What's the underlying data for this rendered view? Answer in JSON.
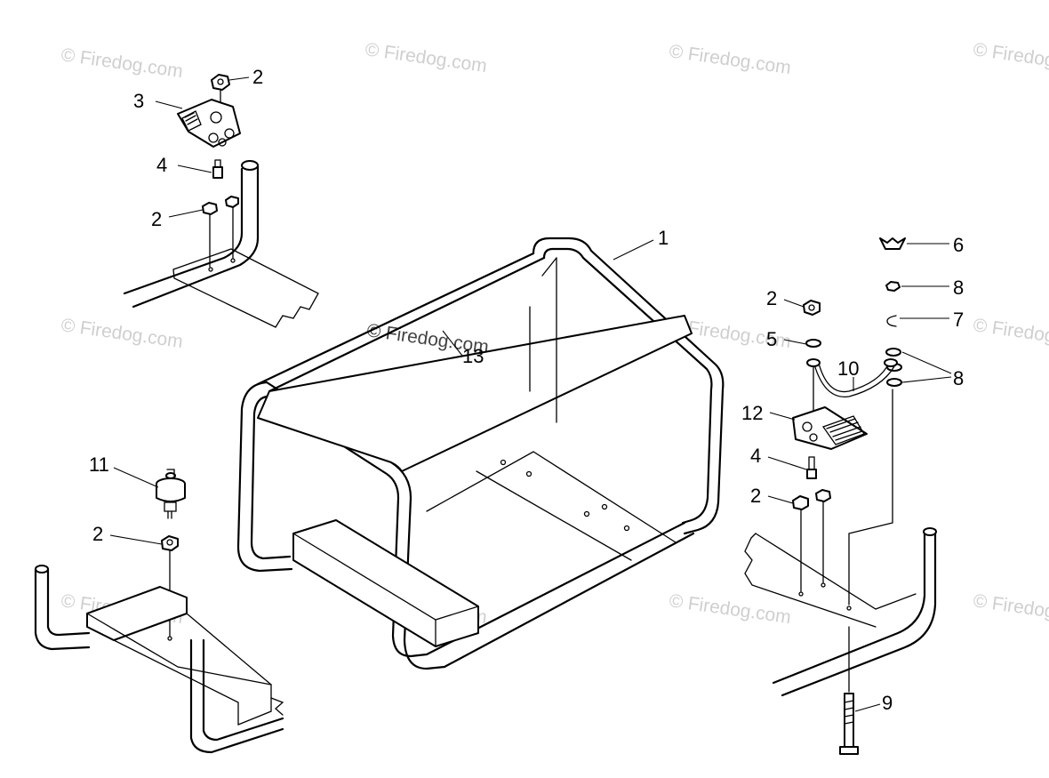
{
  "watermark": "© Firedog.com",
  "callouts": {
    "nut_top_left": "2",
    "bracket_left": "3",
    "bolt_left": "4",
    "nut_left_mid": "2",
    "frame": "1",
    "overlap_13": "13",
    "mount_11": "11",
    "nut_bottom_left": "2",
    "wing_nut": "6",
    "nut_8a": "8",
    "clip_7": "7",
    "washers_8b": "8",
    "nut_right": "2",
    "washer_5": "5",
    "wire_10": "10",
    "bracket_12": "12",
    "bolt_right": "4",
    "nut_right_low": "2",
    "bolt_9": "9"
  },
  "colors": {
    "line": "#000000",
    "watermark": "#cfcfcf",
    "background": "#ffffff"
  }
}
